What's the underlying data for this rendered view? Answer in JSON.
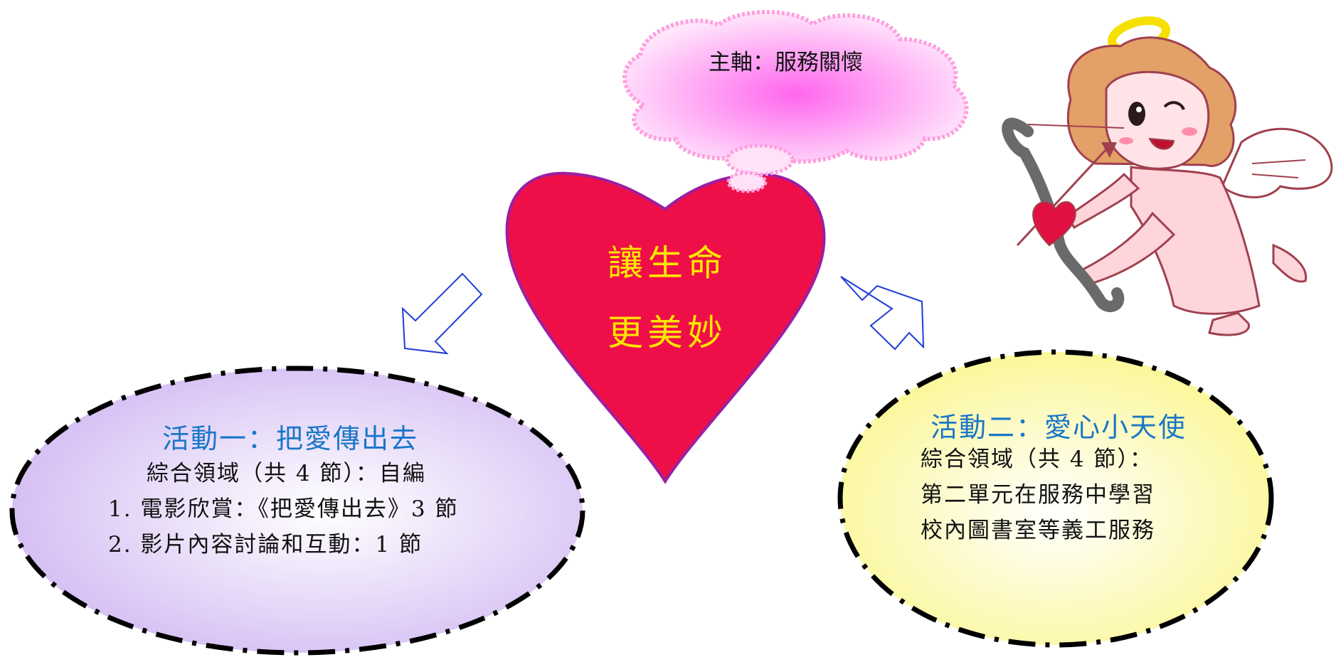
{
  "theme": {
    "text": "主軸：服務關懷"
  },
  "core": {
    "line1": "讓生命",
    "line2": "更美妙"
  },
  "activity1": {
    "title": "活動一：把愛傳出去",
    "lines": [
      "綜合領域（共 4 節）：自編",
      "1. 電影欣賞：《把愛傳出去》3 節",
      "2. 影片內容討論和互動：1 節"
    ]
  },
  "activity2": {
    "title": "活動二：愛心小天使",
    "lines": [
      "綜合領域（共 4 節）：",
      "第二單元在服務中學習",
      "校內圖書室等義工服務"
    ]
  },
  "colors": {
    "heart": "#ee0f48",
    "core_text": "#ffe600",
    "title_text": "#1a77c8",
    "arrow": "#1f3bd6",
    "cloud": "#ff66ee",
    "bubble1": "#d6c0f4",
    "bubble2": "#fbf79a"
  }
}
